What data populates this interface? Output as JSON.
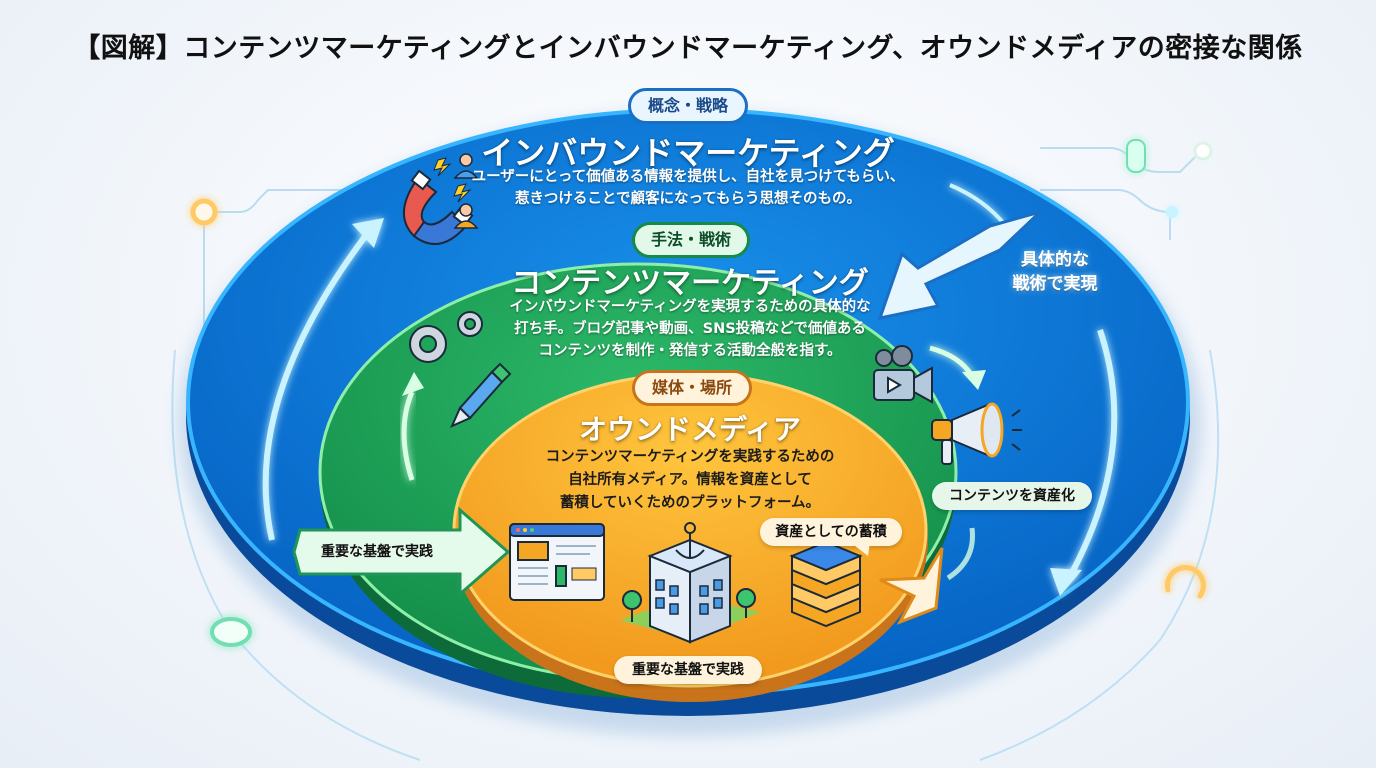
{
  "title": "【図解】コンテンツマーケティングとインバウンドマーケティング、オウンドメディアの密接な関係",
  "layers": {
    "outer": {
      "tag": "概念・戦略",
      "heading": "インバウンドマーケティング",
      "description_lines": [
        "ユーザーにとって価値ある情報を提供し、自社を見つけてもらい、",
        "惹きつけることで顧客になってもらう思想そのもの。"
      ],
      "color": "#0a78d8"
    },
    "middle": {
      "tag": "手法・戦術",
      "heading": "コンテンツマーケティング",
      "description_lines": [
        "インバウンドマーケティングを実現するための具体的な",
        "打ち手。ブログ記事や動画、SNS投稿などで価値ある",
        "コンテンツを制作・発信する活動全般を指す。"
      ],
      "color": "#1fa65a"
    },
    "inner": {
      "tag": "媒体・場所",
      "heading": "オウンドメディア",
      "description_lines": [
        "コンテンツマーケティングを実践するための",
        "自社所有メディア。情報を資産として",
        "蓄積していくためのプラットフォーム。"
      ],
      "color": "#f5a623"
    }
  },
  "callouts": {
    "tactics": [
      "具体的な",
      "戦術で実現"
    ],
    "asset_content": "コンテンツを資産化",
    "foundation_left": "重要な基盤で実践",
    "foundation_bottom": "重要な基盤で実践",
    "accumulation": "資産としての蓄積"
  },
  "icons": {
    "outer": [
      "magnet-icon",
      "user-icon",
      "lightning-icon"
    ],
    "middle": [
      "gear-icon",
      "pen-icon",
      "video-camera-icon",
      "megaphone-icon"
    ],
    "inner": [
      "browser-window-icon",
      "building-anchor-icon",
      "server-stack-icon"
    ]
  }
}
